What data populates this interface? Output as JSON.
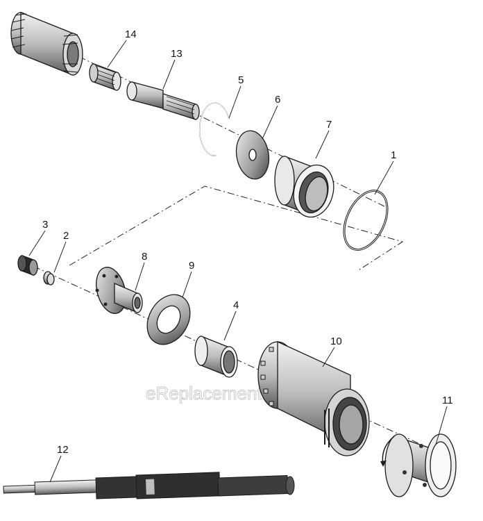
{
  "callouts": {
    "c1": "1",
    "c2": "2",
    "c3": "3",
    "c4": "4",
    "c5": "5",
    "c6": "6",
    "c7": "7",
    "c8": "8",
    "c9": "9",
    "c10": "10",
    "c11": "11",
    "c12": "12",
    "c13": "13",
    "c14": "14"
  },
  "watermark": "eReplacementParts.com",
  "colors": {
    "ink": "#1a1a1a",
    "metal_light": "#e6e6e6",
    "metal_mid": "#a8a8a8",
    "metal_dark": "#3a3a3a"
  }
}
